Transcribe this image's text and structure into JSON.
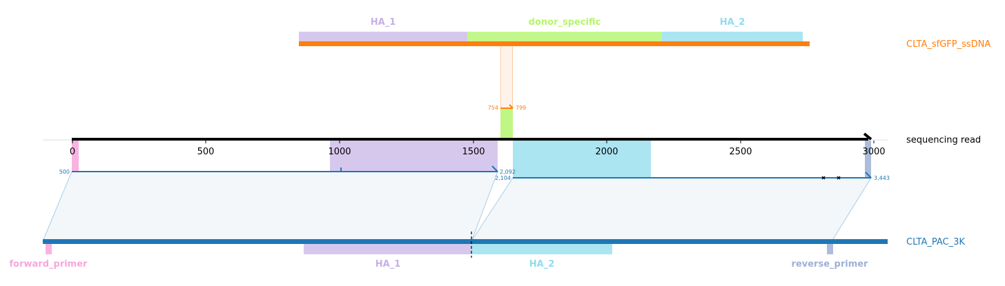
{
  "donor": {
    "name": "CLTA_sfGFP_ssDNA",
    "color": "#ff7f0e",
    "features": [
      {
        "name": "HA_1",
        "color": "#c5b0e6"
      },
      {
        "name": "donor_specific",
        "color": "#b5f56e"
      },
      {
        "name": "HA_2",
        "color": "#8fdced"
      }
    ],
    "insert_start": "754",
    "insert_end": "799"
  },
  "read": {
    "name": "sequencing read",
    "ticks": [
      "0",
      "500",
      "1000",
      "1500",
      "2000",
      "2500",
      "3000"
    ],
    "alignment_1": {
      "start": "500",
      "end": "2,092"
    },
    "alignment_2": {
      "start": "2,104",
      "end": "3,443"
    },
    "alignment_color": "#1f77b4"
  },
  "reference": {
    "name": "CLTA_PAC_3K",
    "color": "#1f77b4",
    "features": [
      {
        "name": "forward_primer",
        "color": "#f7a6dc"
      },
      {
        "name": "HA_1",
        "color": "#c5b0e6"
      },
      {
        "name": "HA_2",
        "color": "#8fdced"
      },
      {
        "name": "reverse_primer",
        "color": "#9fb0d6"
      }
    ]
  }
}
